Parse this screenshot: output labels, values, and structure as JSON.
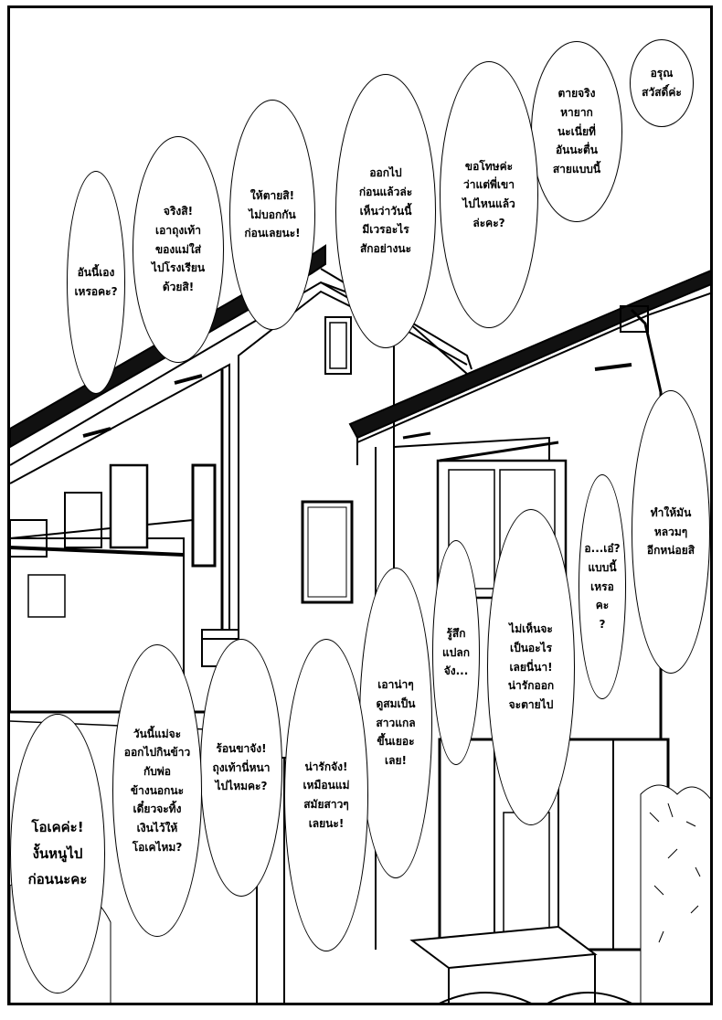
{
  "bubbles": [
    {
      "id": "b1",
      "text": "อรุณ\nสวัสดิ์ค่ะ"
    },
    {
      "id": "b2",
      "text": "ตายจริง\nหายาก\nนะเนี่ยที่\nอันนะตื่น\nสายแบบนี้"
    },
    {
      "id": "b3",
      "text": "ขอโทษค่ะ\nว่าแต่พี่เขา\nไปไหนแล้ว\nล่ะคะ?"
    },
    {
      "id": "b4",
      "text": "ออกไป\nก่อนแล้วล่ะ\nเห็นว่าวันนี้\nมีเวรอะไร\nสักอย่างนะ"
    },
    {
      "id": "b5",
      "text": "ให้ตายสิ!\nไม่บอกกัน\nก่อนเลยนะ!"
    },
    {
      "id": "b6",
      "text": "จริงสิ!\nเอาถุงเท้า\nของแม่ใส่\nไปโรงเรียน\nด้วยสิ!"
    },
    {
      "id": "b7",
      "text": "อันนี้เอง\nเหรอคะ?"
    },
    {
      "id": "b8",
      "text": "ทำให้มัน\nหลวมๆ\nอีกหน่อยสิ"
    },
    {
      "id": "b9",
      "text": "อ...เอ๋?\nแบบนี้\nเหรอคะ\n?"
    },
    {
      "id": "b10",
      "text": "ไม่เห็นจะ\nเป็นอะไร\nเลยนี่นา!\nน่ารักออก\nจะตายไป"
    },
    {
      "id": "b11",
      "text": "รู้สึก\nแปลก\nจัง..."
    },
    {
      "id": "b12",
      "text": "เอาน่าๆ\nดูสมเป็น\nสาวแกล\nขึ้นเยอะ\nเลย!"
    },
    {
      "id": "b13",
      "text": "น่ารักจัง!\nเหมือนแม่\nสมัยสาวๆ\nเลยนะ!"
    },
    {
      "id": "b14",
      "text": "ร้อนขาจัง!\nถุงเท้านี่หนา\nไปไหมคะ?"
    },
    {
      "id": "b15",
      "text": "วันนี้แม่จะ\nออกไปกินข้าว\nกับพ่อ\nข้างนอกนะ\nเดี๋ยวจะทิ้ง\nเงินไว้ให้\nโอเคไหม?"
    },
    {
      "id": "b16",
      "text": "โอเคค่ะ!\nงั้นหนูไป\nก่อนนะคะ"
    }
  ]
}
